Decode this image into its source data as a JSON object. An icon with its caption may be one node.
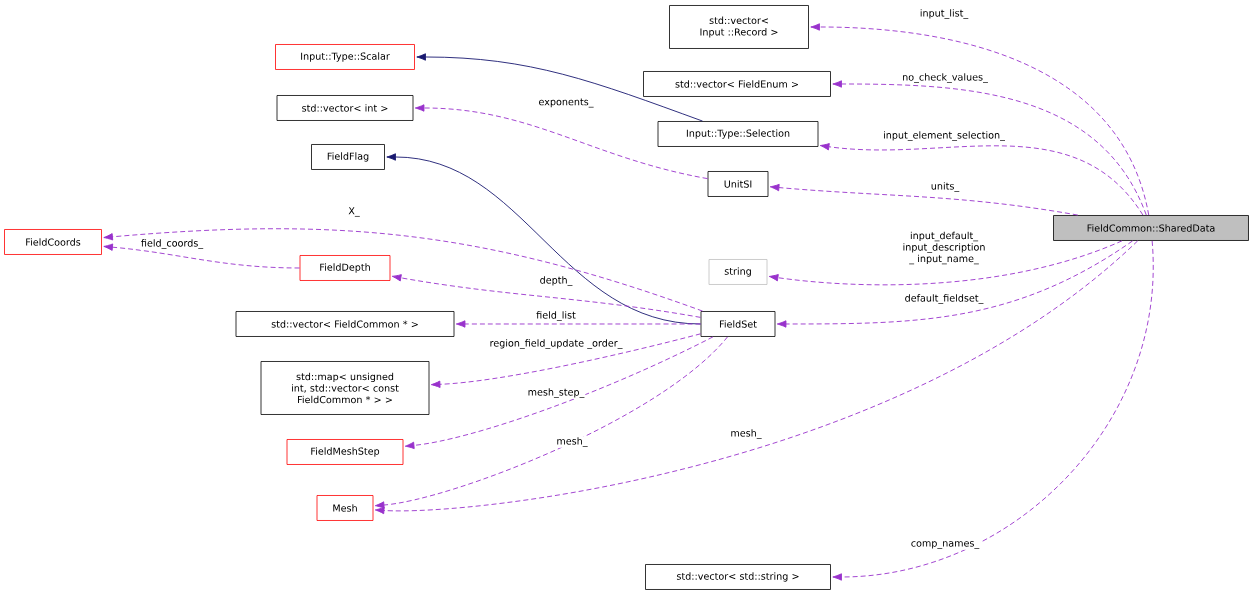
{
  "diagram": {
    "nodes": [
      {
        "text": [
          "FieldCommon::SharedData"
        ]
      },
      {
        "text": [
          "std::vector< Input ::Record >"
        ]
      },
      {
        "text": [
          "Input::Type::Scalar"
        ]
      },
      {
        "text": [
          "std::vector< FieldEnum >"
        ]
      },
      {
        "text": [
          "std::vector< int >"
        ]
      },
      {
        "text": [
          "Input::Type::Selection"
        ]
      },
      {
        "text": [
          "FieldFlag"
        ]
      },
      {
        "text": [
          "UnitSI"
        ]
      },
      {
        "text": [
          "FieldCoords"
        ]
      },
      {
        "text": [
          "string"
        ]
      },
      {
        "text": [
          "FieldDepth"
        ]
      },
      {
        "text": [
          "std::vector< FieldCommon * >"
        ]
      },
      {
        "text": [
          "FieldSet"
        ]
      },
      {
        "text": [
          "std::map< unsigned int, std::vector< const FieldCommon * > >"
        ]
      },
      {
        "text": [
          "FieldMeshStep"
        ]
      },
      {
        "text": [
          "Mesh"
        ]
      },
      {
        "text": [
          "std::vector< std::string >"
        ]
      }
    ],
    "edges": [
      {
        "from": 0,
        "to": 1,
        "arrow": "to",
        "label": "input_list_",
        "style": "dashed"
      },
      {
        "from": 0,
        "to": 3,
        "arrow": "to",
        "label": "no_check_values_",
        "style": "dashed"
      },
      {
        "from": 0,
        "to": 5,
        "arrow": "to",
        "label": "input_element_selection_",
        "style": "dashed"
      },
      {
        "from": 0,
        "to": 7,
        "arrow": "to",
        "label": "units_",
        "style": "dashed"
      },
      {
        "from": 0,
        "to": 9,
        "arrow": "to",
        "label": "input_default_ input_description _ input_name_",
        "style": "dashed"
      },
      {
        "from": 0,
        "to": 12,
        "arrow": "to",
        "label": "default_fieldset_",
        "style": "dashed"
      },
      {
        "from": 0,
        "to": 15,
        "arrow": "to",
        "label": "mesh_",
        "style": "dashed"
      },
      {
        "from": 0,
        "to": 16,
        "arrow": "to",
        "label": "comp_names_",
        "style": "dashed"
      },
      {
        "from": 5,
        "to": 2,
        "arrow": "to",
        "color": "#191970"
      },
      {
        "from": 7,
        "to": 4,
        "arrow": "to",
        "label": "exponents_",
        "style": "dashed"
      },
      {
        "from": 12,
        "to": 6,
        "arrow": "to",
        "color": "#191970"
      },
      {
        "from": 12,
        "to": 8,
        "arrow": "to",
        "label": "X_",
        "style": "dashed"
      },
      {
        "from": 10,
        "to": 8,
        "arrow": "to",
        "label": "field_coords_",
        "style": "dashed"
      },
      {
        "from": 12,
        "to": 10,
        "arrow": "to",
        "label": "depth_",
        "style": "dashed"
      },
      {
        "from": 12,
        "to": 11,
        "arrow": "to",
        "label": "field_list",
        "style": "dashed"
      },
      {
        "from": 12,
        "to": 13,
        "arrow": "to",
        "label": "region_field_update _order_",
        "style": "dashed"
      },
      {
        "from": 12,
        "to": 14,
        "arrow": "to",
        "label": "mesh_step_",
        "style": "dashed"
      },
      {
        "from": 12,
        "to": 15,
        "arrow": "to",
        "label": "mesh_",
        "style": "dashed"
      }
    ]
  }
}
